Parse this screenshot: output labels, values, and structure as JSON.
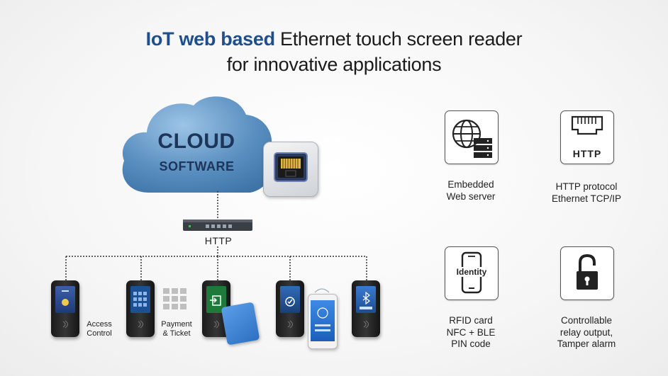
{
  "heading": {
    "line1_highlight": "IoT web based",
    "line1_rest": " Ethernet touch screen reader",
    "line2": "for innovative applications"
  },
  "cloud": {
    "line1": "CLOUD",
    "line2": "SOFTWARE"
  },
  "switch_label": "HTTP",
  "devices": {
    "access": [
      "Access",
      "Control"
    ],
    "payment": [
      "Payment",
      "& Ticket"
    ],
    "identity_text": "Identity",
    "http_icon_text": "HTTP"
  },
  "features": {
    "web_server": [
      "Embedded",
      "Web server"
    ],
    "http": [
      "HTTP protocol",
      "Ethernet TCP/IP"
    ],
    "rfid": [
      "RFID card",
      "NFC + BLE",
      "PIN code"
    ],
    "relay": [
      "Controllable",
      "relay output,",
      "Tamper alarm"
    ]
  },
  "colors": {
    "accent": "#1f4e8c",
    "cloud": "#5a8fc0",
    "screen_green": "#1e7a3a",
    "screen_blue": "#2f6cb8"
  }
}
